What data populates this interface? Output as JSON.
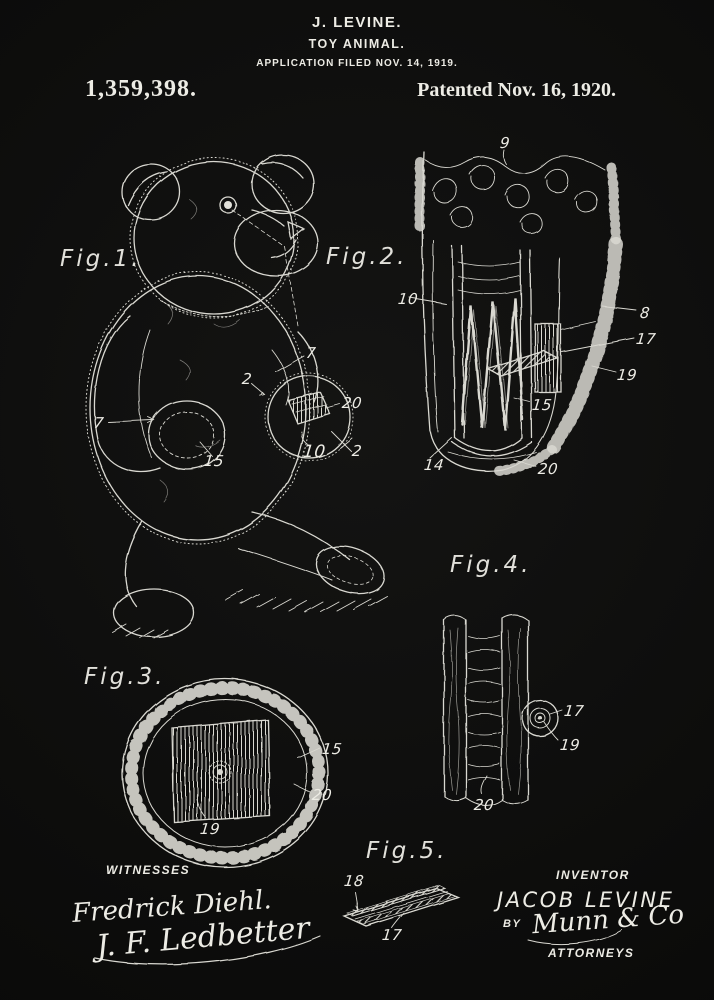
{
  "page": {
    "background_color": "#0d0d0c",
    "ink_color": "#e9e8e0"
  },
  "header": {
    "inventor_line": "J. LEVINE.",
    "title_line": "TOY ANIMAL.",
    "application_line": "APPLICATION FILED NOV. 14, 1919.",
    "patent_number": "1,359,398.",
    "patent_date": "Patented Nov. 16, 1920."
  },
  "figures": [
    {
      "label": "Fig.1.",
      "subject": "teddy-bear-side-view"
    },
    {
      "label": "Fig.2.",
      "subject": "limb-cross-section-with-spring"
    },
    {
      "label": "Fig.3.",
      "subject": "paw-pad-disc-face-view"
    },
    {
      "label": "Fig.4.",
      "subject": "disc-side-view-with-fastener"
    },
    {
      "label": "Fig.5.",
      "subject": "flat-plate"
    }
  ],
  "refs": [
    {
      "fig": "1",
      "text": "7"
    },
    {
      "fig": "1",
      "text": "2"
    },
    {
      "fig": "1",
      "text": "20"
    },
    {
      "fig": "1",
      "text": "10"
    },
    {
      "fig": "1",
      "text": "2"
    },
    {
      "fig": "1",
      "text": "7"
    },
    {
      "fig": "1",
      "text": "15"
    },
    {
      "fig": "2",
      "text": "9"
    },
    {
      "fig": "2",
      "text": "10"
    },
    {
      "fig": "2",
      "text": "8"
    },
    {
      "fig": "2",
      "text": "17"
    },
    {
      "fig": "2",
      "text": "19"
    },
    {
      "fig": "2",
      "text": "15"
    },
    {
      "fig": "2",
      "text": "14"
    },
    {
      "fig": "2",
      "text": "20"
    },
    {
      "fig": "3",
      "text": "15"
    },
    {
      "fig": "3",
      "text": "20"
    },
    {
      "fig": "3",
      "text": "19"
    },
    {
      "fig": "4",
      "text": "17"
    },
    {
      "fig": "4",
      "text": "19"
    },
    {
      "fig": "4",
      "text": "20"
    },
    {
      "fig": "5",
      "text": "18"
    },
    {
      "fig": "5",
      "text": "17"
    }
  ],
  "footer": {
    "witnesses_label": "WITNESSES",
    "witness_1": "Fredrick Diehl.",
    "witness_2": "J. F. Ledbetter",
    "inventor_label": "INVENTOR",
    "inventor_name": "JACOB LEVINE",
    "by_label": "BY",
    "attorney_signature": "Munn & Co",
    "attorneys_label": "ATTORNEYS"
  }
}
